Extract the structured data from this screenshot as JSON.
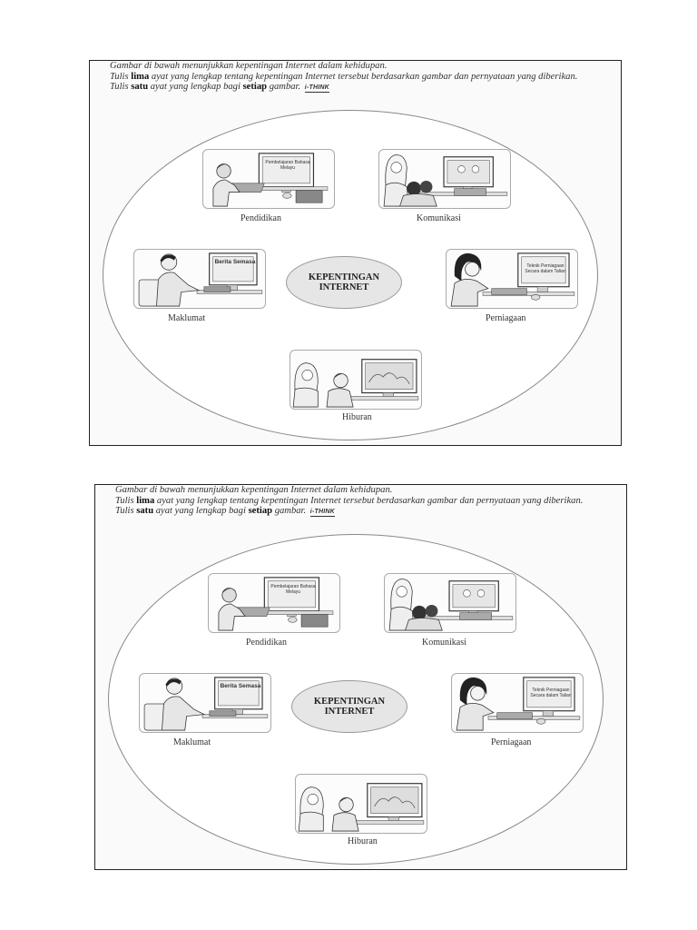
{
  "instructions": {
    "line1": "Gambar di bawah menunjukkan kepentingan Internet dalam kehidupan.",
    "line2_pre": "Tulis ",
    "line2_bold": "lima",
    "line2_post": " ayat yang lengkap tentang kepentingan Internet tersebut berdasarkan gambar dan pernyataan yang diberikan.",
    "line3_pre": "Tulis ",
    "line3_bold1": "satu",
    "line3_mid": " ayat yang lengkap bagi ",
    "line3_bold2": "setiap",
    "line3_post": " gambar.",
    "logo_text": "i-THINK"
  },
  "center_label": {
    "line1": "KEPENTINGAN",
    "line2": "INTERNET"
  },
  "scenes": {
    "pendidikan": {
      "caption": "Pendidikan",
      "screen_text": "Pembelajaran Bahasa Melayu"
    },
    "komunikasi": {
      "caption": "Komunikasi"
    },
    "maklumat": {
      "caption": "Maklumat",
      "screen_text": "Berita Semasa"
    },
    "perniagaan": {
      "caption": "Perniagaan",
      "screen_text": "Teknik Perniagaan Secara dalam Talian"
    },
    "hiburan": {
      "caption": "Hiburan"
    }
  },
  "colors": {
    "border": "#222222",
    "ellipse_fill": "#ffffff",
    "center_fill": "#e6e6e6"
  }
}
